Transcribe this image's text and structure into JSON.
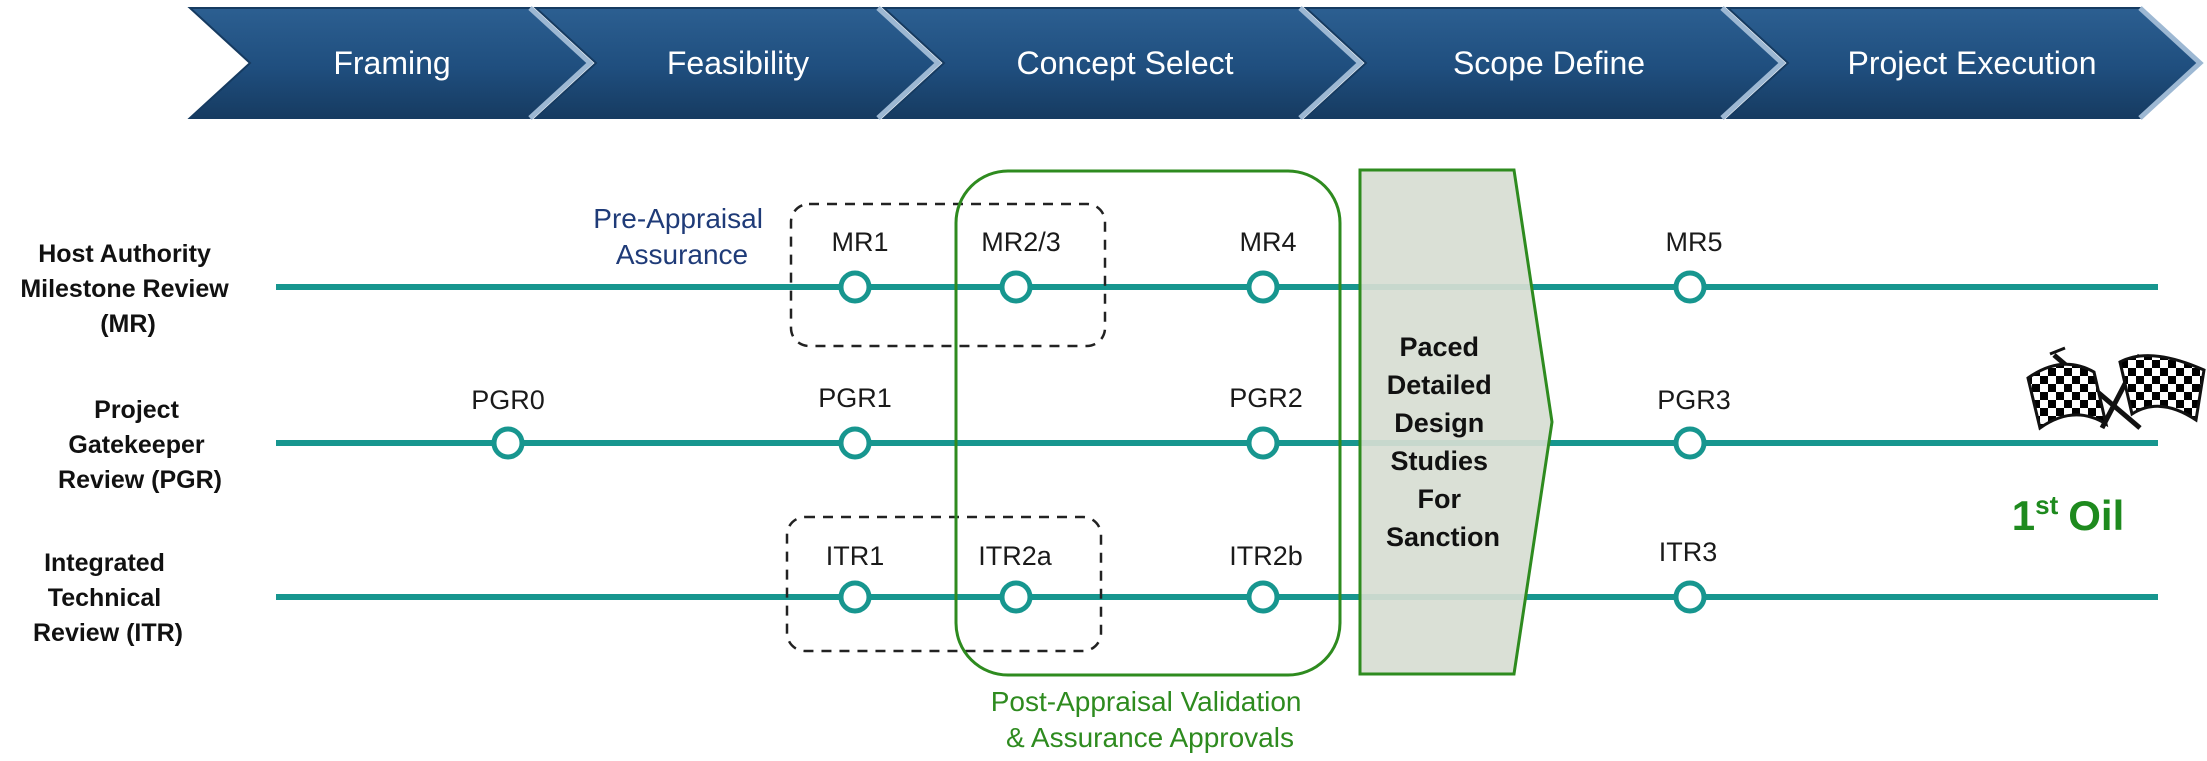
{
  "phases": [
    {
      "label": "Framing"
    },
    {
      "label": "Feasibility"
    },
    {
      "label": "Concept Select"
    },
    {
      "label": "Scope Define"
    },
    {
      "label": "Project Execution"
    }
  ],
  "rows": [
    {
      "label_lines": [
        "Host Authority",
        "Milestone Review",
        "(MR)"
      ]
    },
    {
      "label_lines": [
        "Project",
        "Gatekeeper",
        "Review (PGR)"
      ]
    },
    {
      "label_lines": [
        "Integrated",
        "Technical",
        "Review (ITR)"
      ]
    }
  ],
  "milestones": {
    "mr": [
      "MR1",
      "MR2/3",
      "MR4",
      "MR5"
    ],
    "pgr": [
      "PGR0",
      "PGR1",
      "PGR2",
      "PGR3"
    ],
    "itr": [
      "ITR1",
      "ITR2a",
      "ITR2b",
      "ITR3"
    ]
  },
  "annotations": {
    "pre_appraisal": [
      "Pre-Appraisal",
      "Assurance"
    ],
    "post_appraisal": [
      "Post-Appraisal Validation",
      "& Assurance Approvals"
    ]
  },
  "sanction_box": {
    "lines": [
      "Paced",
      "Detailed",
      "Design",
      "Studies",
      "For",
      "Sanction"
    ]
  },
  "first_oil": {
    "number": "1",
    "superscript": "st",
    "text": "Oil"
  },
  "icons": {
    "finish": "checkered-flags-icon"
  },
  "colors": {
    "phase_fill": "#1f4e7e",
    "timeline": "#17968f",
    "green_outline": "#2e8b1f",
    "sanction_fill": "#d7ddd3",
    "blue_text": "#1f3b78"
  }
}
